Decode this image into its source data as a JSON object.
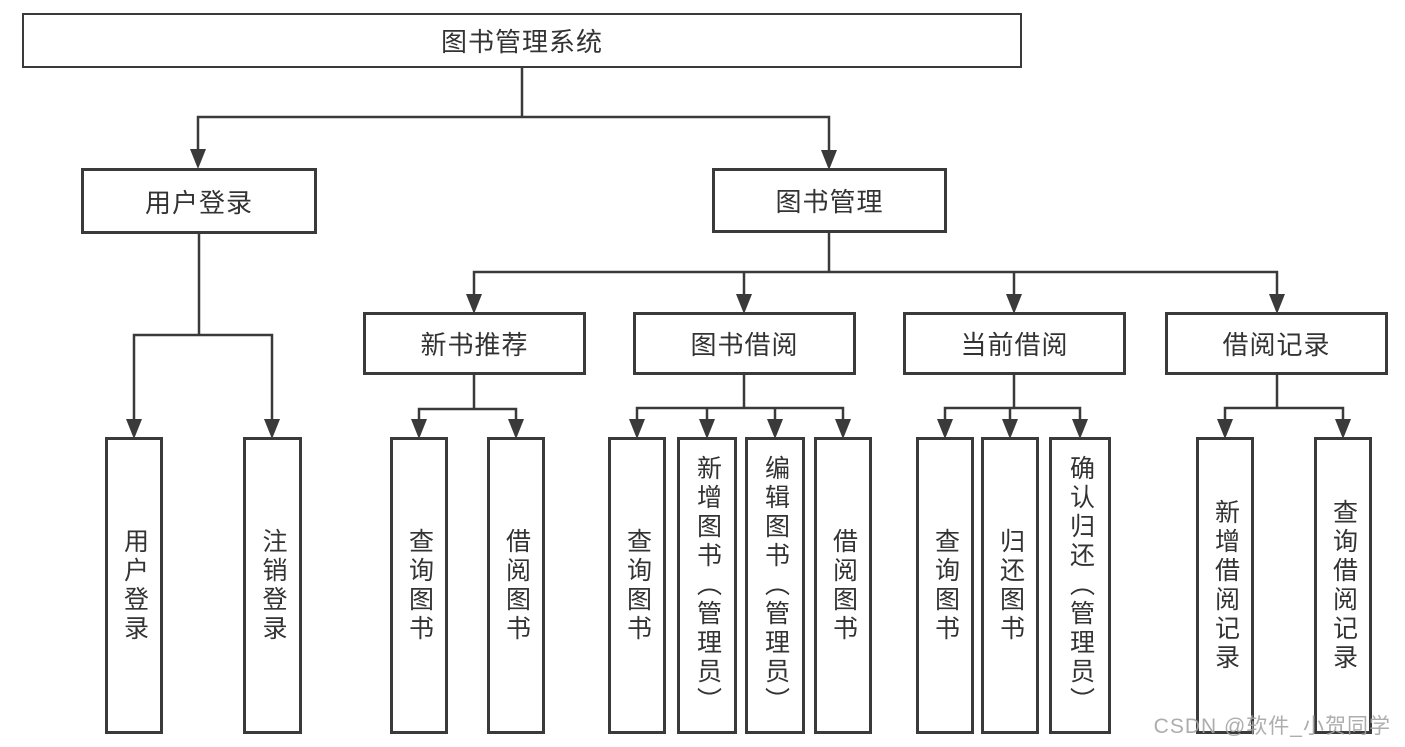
{
  "tree": {
    "root": "图书管理系统",
    "children": [
      {
        "label": "用户登录",
        "children": [
          {
            "label": "用户登录"
          },
          {
            "label": "注销登录"
          }
        ]
      },
      {
        "label": "图书管理",
        "children": [
          {
            "label": "新书推荐",
            "children": [
              {
                "label": "查询图书"
              },
              {
                "label": "借阅图书"
              }
            ]
          },
          {
            "label": "图书借阅",
            "children": [
              {
                "label": "查询图书"
              },
              {
                "label": "新增图书（管理员）"
              },
              {
                "label": "编辑图书（管理员）"
              },
              {
                "label": "借阅图书"
              }
            ]
          },
          {
            "label": "当前借阅",
            "children": [
              {
                "label": "查询图书"
              },
              {
                "label": "归还图书"
              },
              {
                "label": "确认归还（管理员）"
              }
            ]
          },
          {
            "label": "借阅记录",
            "children": [
              {
                "label": "新增借阅记录"
              },
              {
                "label": "查询借阅记录"
              }
            ]
          }
        ]
      }
    ]
  },
  "watermark": {
    "text": "CSDN @软件_小贺同学"
  },
  "colors": {
    "line": "#3a3a3a",
    "text": "#333333",
    "background": "#ffffff",
    "watermark": "#a4a4a4"
  }
}
